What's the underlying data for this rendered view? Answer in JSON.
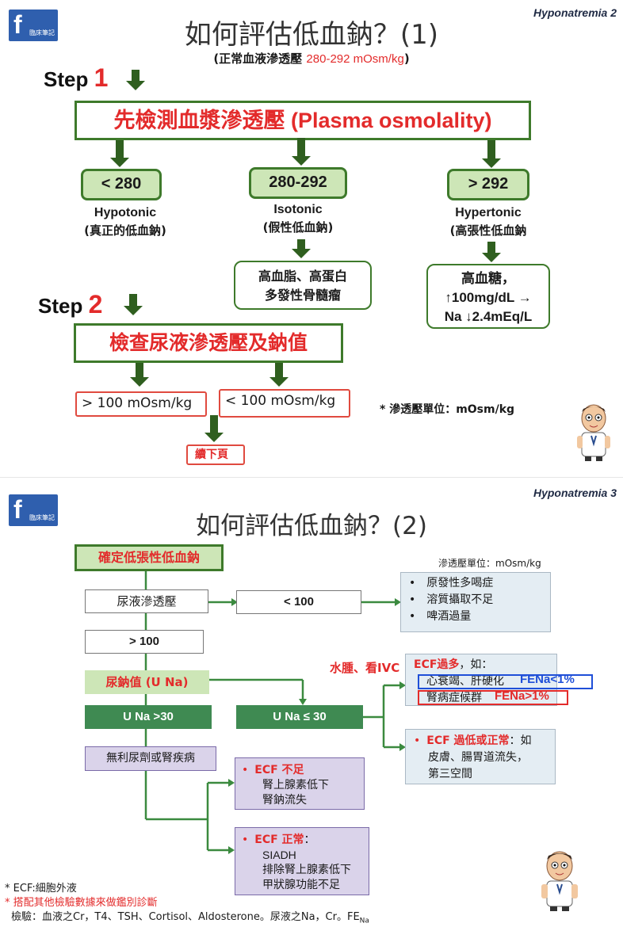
{
  "slide1": {
    "logo_letter": "f",
    "logo_caption": "臨床筆記",
    "tag": "Hyponatremia 2",
    "title": "如何評估低血鈉？(1)",
    "subtitle_prefix": "(正常血液滲透壓 ",
    "subtitle_range": "280-292 mOsm/kg",
    "subtitle_suffix": ")",
    "step1_word": "Step",
    "step1_num": "1",
    "step1_box": "先檢測血漿滲透壓 (Plasma osmolality)",
    "branches": [
      {
        "value": "< 280",
        "label": "Hypotonic",
        "sublabel": "(真正的低血鈉)"
      },
      {
        "value": "280-292",
        "label": "Isotonic",
        "sublabel": "(假性低血鈉)"
      },
      {
        "value": "> 292",
        "label": "Hypertonic",
        "sublabel": "(高張性低血鈉"
      }
    ],
    "isotonic_causes": [
      "高血脂、高蛋白",
      "多發性骨髓瘤"
    ],
    "hypertonic_causes": [
      "高血糖，",
      "↑100mg/dL →",
      "Na ↓2.4mEq/L"
    ],
    "step2_word": "Step",
    "step2_num": "2",
    "step2_box": "檢查尿液滲透壓及鈉值",
    "urine_left": "> 100 mOsm/kg",
    "urine_right": "< 100 mOsm/kg",
    "unit_note": "* 滲透壓單位：mOsm/kg",
    "next_page": "續下頁"
  },
  "slide2": {
    "logo_letter": "f",
    "logo_caption": "臨床筆記",
    "tag": "Hyponatremia 3",
    "title": "如何評估低血鈉？(2)",
    "start_box": "確定低張性低血鈉",
    "unit_note": "滲透壓單位：mOsm/kg",
    "urine_osm": "尿液滲透壓",
    "lt100": "< 100",
    "gt100": "> 100",
    "low_osm_causes": [
      "原發性多喝症",
      "溶質攝取不足",
      "啤酒過量"
    ],
    "una_box": "尿鈉值 (U Na)",
    "una_gt30": "U Na >30",
    "una_le30": "U Na ≤ 30",
    "diuretic_box": "無利尿劑或腎疾病",
    "edema_note": "水腫、看IVC",
    "ecf_high_title": "ECF過多",
    "ecf_high_suffix": "，如：",
    "ecf_high_items": [
      "心衰竭、肝硬化",
      "腎病症候群"
    ],
    "fena_low": "FENa<1%",
    "fena_high": "FENa>1%",
    "ecf_low_title": "ECF 過低或正常",
    "ecf_low_text": "：如",
    "ecf_low_items": [
      "皮膚、腸胃道流失，",
      "第三空間"
    ],
    "ecf_short_title": "ECF 不足",
    "ecf_short_items": [
      "腎上腺素低下",
      "腎鈉流失"
    ],
    "ecf_normal_title": "ECF 正常",
    "ecf_normal_suffix": "：",
    "ecf_normal_items": [
      "SIADH",
      "排除腎上腺素低下",
      "甲狀腺功能不足"
    ],
    "footnote1": "* ECF:細胞外液",
    "footnote2": "* 搭配其他檢驗數據來做鑑別診斷",
    "footnote3": "檢驗：血液之Cr，T4、TSH、Cortisol、Aldosterone。尿液之Na，Cr。FE",
    "footnote3_sub": "Na"
  },
  "colors": {
    "green_dark": "#3e7a2b",
    "green_fill": "#cde6b7",
    "red_accent": "#e32b2b",
    "teal_bar": "#3f8a52",
    "panel_blue": "#e4edf3",
    "lavender": "#dad3ea",
    "fena_blue": "#1f4fd8"
  },
  "icons": [
    "facebook-logo-icon",
    "doctor-mascot-icon"
  ]
}
